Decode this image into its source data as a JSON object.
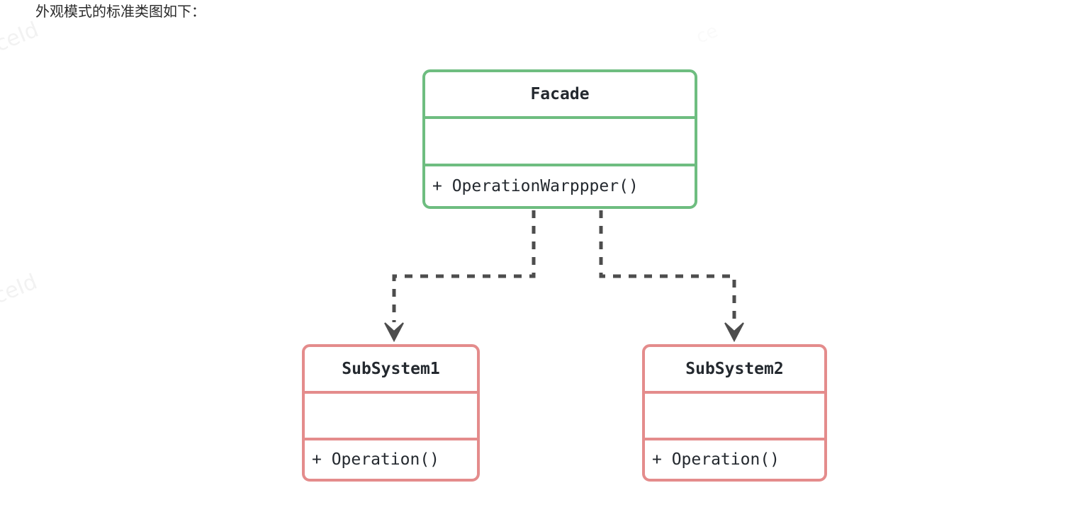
{
  "caption": {
    "text": "外观模式的标准类图如下："
  },
  "watermarks": {
    "top_left": "ceId",
    "mid_left": "ceId",
    "top_right": "ce"
  },
  "colors": {
    "facade_border": "#6ebd80",
    "subsystem_border": "#e48c8c",
    "connector": "#4d4d4d",
    "text": "#24292f",
    "background": "#ffffff"
  },
  "diagram": {
    "type": "uml-class-diagram",
    "classes": [
      {
        "id": "facade",
        "name": "Facade",
        "attributes": [],
        "attributes_text": "",
        "methods": [
          "+ OperationWarppper()"
        ],
        "methods_text": "+ OperationWarppper()",
        "accent": "#6ebd80"
      },
      {
        "id": "subsystem1",
        "name": "SubSystem1",
        "attributes": [],
        "attributes_text": "",
        "methods": [
          "+ Operation()"
        ],
        "methods_text": "+ Operation()",
        "accent": "#e48c8c"
      },
      {
        "id": "subsystem2",
        "name": "SubSystem2",
        "attributes": [],
        "attributes_text": "",
        "methods": [
          "+ Operation()"
        ],
        "methods_text": "+ Operation()",
        "accent": "#e48c8c"
      }
    ],
    "relations": [
      {
        "id": "facade-to-subsystem1",
        "from": "facade",
        "to": "subsystem1",
        "style": "dashed",
        "arrow": "open-arrow",
        "label": ""
      },
      {
        "id": "facade-to-subsystem2",
        "from": "facade",
        "to": "subsystem2",
        "style": "dashed",
        "arrow": "open-arrow",
        "label": ""
      }
    ]
  }
}
